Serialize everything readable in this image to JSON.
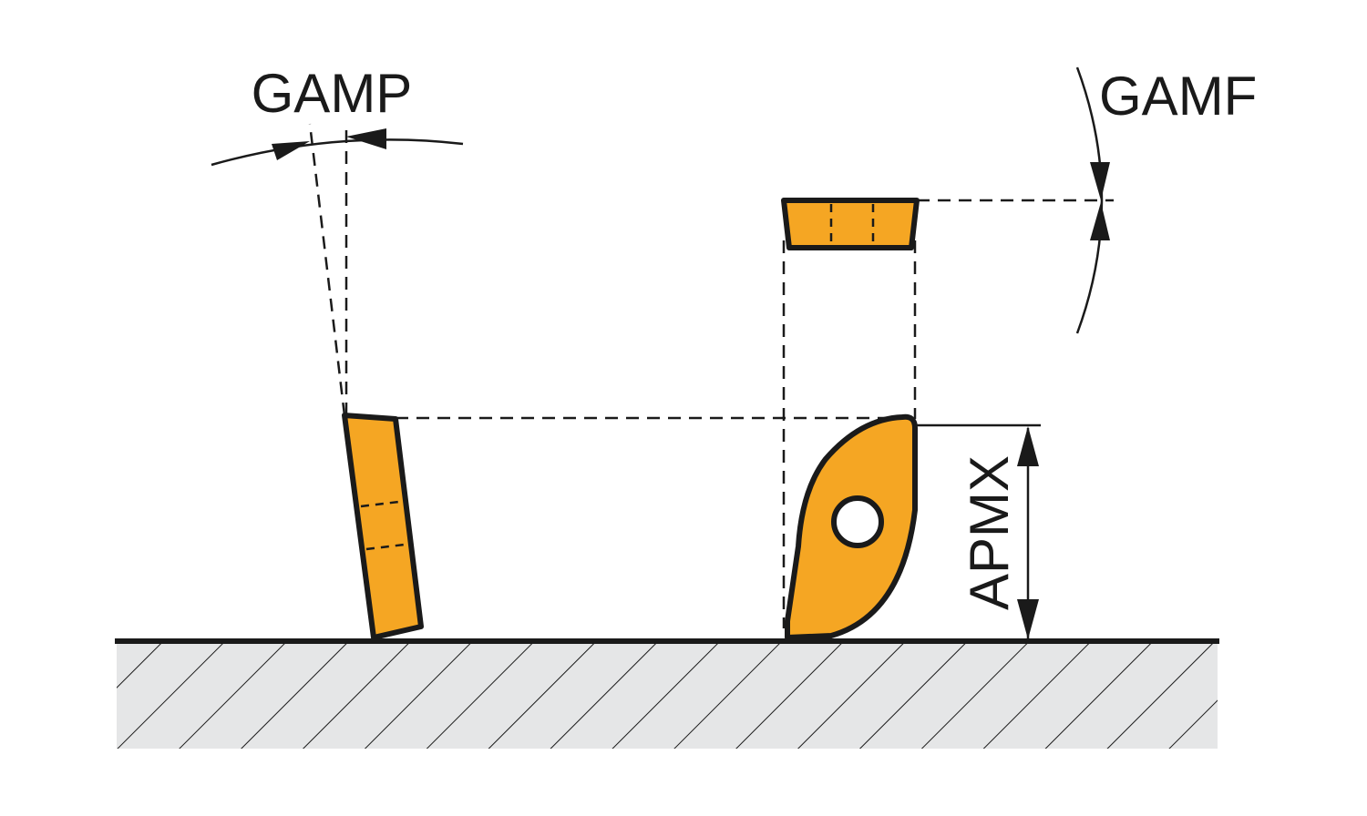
{
  "labels": {
    "gamp": "GAMP",
    "gamf": "GAMF",
    "apmx": "APMX"
  },
  "colors": {
    "insert_fill": "#F5A623",
    "outline": "#1a1a1a",
    "workpiece_fill": "#E5E6E7",
    "background": "#FFFFFF"
  }
}
